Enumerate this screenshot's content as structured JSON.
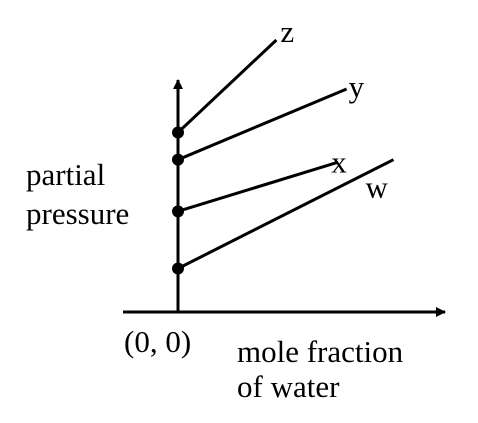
{
  "chart_data": {
    "type": "line",
    "title": "",
    "ylabel": [
      "partial",
      "pressure"
    ],
    "xlabel": [
      "mole fraction",
      "of water"
    ],
    "origin_label": "(0, 0)",
    "series": [
      {
        "name": "z",
        "x": [
          0,
          0.21
        ],
        "y": [
          0.66,
          1.0
        ]
      },
      {
        "name": "y",
        "x": [
          0,
          0.36
        ],
        "y": [
          0.56,
          0.82
        ]
      },
      {
        "name": "x",
        "x": [
          0,
          0.34
        ],
        "y": [
          0.37,
          0.55
        ]
      },
      {
        "name": "w",
        "x": [
          0,
          0.46
        ],
        "y": [
          0.16,
          0.56
        ]
      }
    ],
    "xlim": [
      0,
      0.57
    ],
    "ylim": [
      0,
      1.0
    ],
    "colors": {
      "ink": "#000000",
      "background": "#ffffff"
    }
  }
}
